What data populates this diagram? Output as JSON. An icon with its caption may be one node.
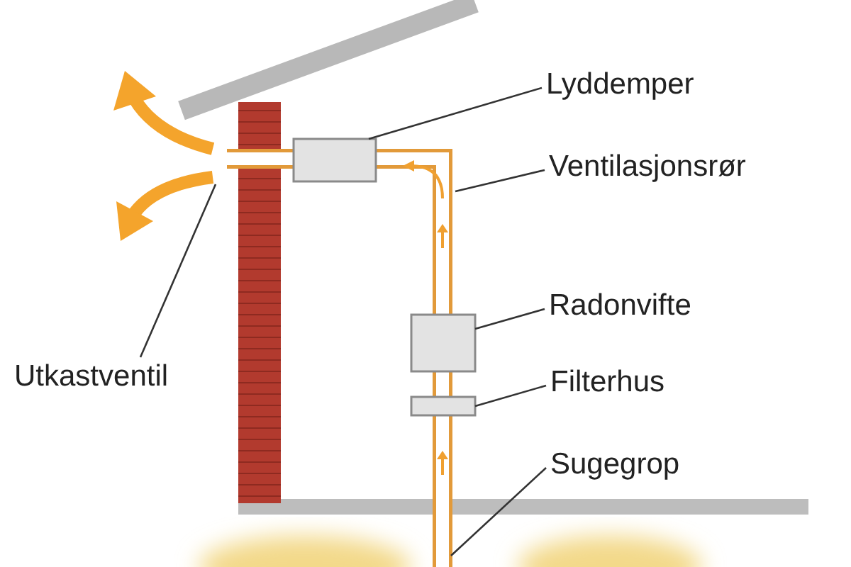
{
  "diagram": {
    "nodes": [
      {
        "text": [
          "Lyddemper"
        ]
      },
      {
        "text": [],
        "shape": "box"
      },
      {
        "text": [
          "Ventilasjonsrør"
        ]
      },
      {
        "text": [
          "Radonvifte"
        ]
      },
      {
        "text": [],
        "shape": "box"
      },
      {
        "text": [
          "Filterhus"
        ]
      },
      {
        "text": [],
        "shape": "box"
      },
      {
        "text": [
          "Sugegrop"
        ]
      },
      {
        "text": [
          "Utkastventil"
        ]
      }
    ],
    "edges": [
      {
        "from": 0,
        "to": 1,
        "arrow": "none"
      },
      {
        "from": 2,
        "to": null,
        "arrow": "none"
      },
      {
        "from": 3,
        "to": 4,
        "arrow": "none"
      },
      {
        "from": 5,
        "to": 6,
        "arrow": "none"
      },
      {
        "from": 7,
        "to": null,
        "arrow": "none"
      },
      {
        "from": 8,
        "to": null,
        "arrow": "none"
      }
    ]
  }
}
